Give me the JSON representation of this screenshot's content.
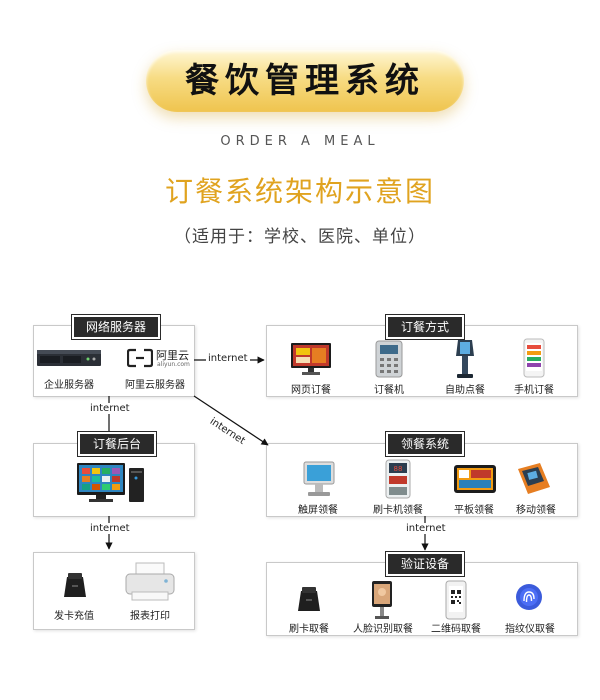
{
  "header": {
    "title": "餐饮管理系统",
    "subtitle_en": "ORDER A MEAL",
    "heading": "订餐系统架构示意图",
    "scope": "（适用于：学校、医院、单位）"
  },
  "connections": {
    "net1": "internet",
    "net2": "internet",
    "net3": "internet",
    "net4": "internet",
    "net5": "internet"
  },
  "network_server": {
    "label": "网络服务器",
    "items": [
      "企业服务器",
      "阿里云服务器"
    ],
    "aliyun_logo_text": "阿里云",
    "aliyun_logo_sub": "aliyun.com"
  },
  "ordering_methods": {
    "label": "订餐方式",
    "items": [
      "网页订餐",
      "订餐机",
      "自助点餐",
      "手机订餐"
    ]
  },
  "ordering_backend": {
    "label": "订餐后台"
  },
  "pickup_system": {
    "label": "领餐系统",
    "items": [
      "触屏领餐",
      "刷卡机领餐",
      "平板领餐",
      "移动领餐"
    ]
  },
  "recharge": {
    "items": [
      "发卡充值",
      "报表打印"
    ]
  },
  "verification": {
    "label": "验证设备",
    "items": [
      "刷卡取餐",
      "人脸识别取餐",
      "二维码取餐",
      "指纹仪取餐"
    ]
  },
  "colors": {
    "accent": "#e0a31f",
    "label_bg": "#2a2a2a"
  }
}
